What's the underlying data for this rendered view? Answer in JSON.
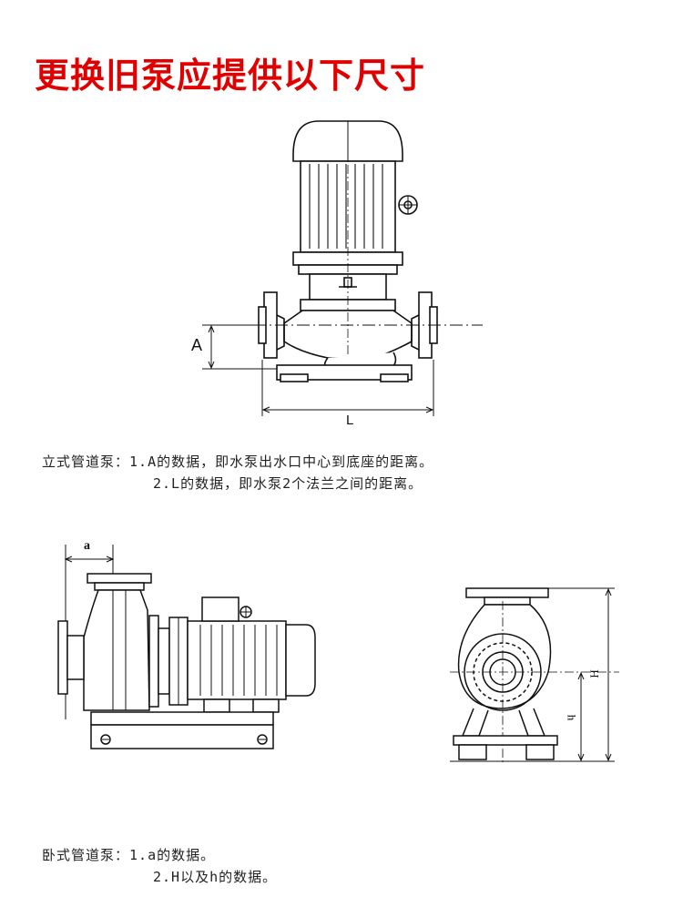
{
  "title": "更换旧泵应提供以下尺寸",
  "vertical_pump": {
    "dim_a_label": "A",
    "dim_l_label": "L",
    "note_prefix": "立式管道泵：",
    "note_line1": "1.A的数据，即水泵出水口中心到底座的距离。",
    "note_line2": "2.L的数据，即水泵2个法兰之间的距离。"
  },
  "horizontal_pump": {
    "dim_a_label": "a",
    "dim_H_label": "H",
    "dim_h_label": "h",
    "note_prefix": "卧式管道泵：",
    "note_line1": "1.a的数据。",
    "note_line2": "2.H以及h的数据。"
  }
}
